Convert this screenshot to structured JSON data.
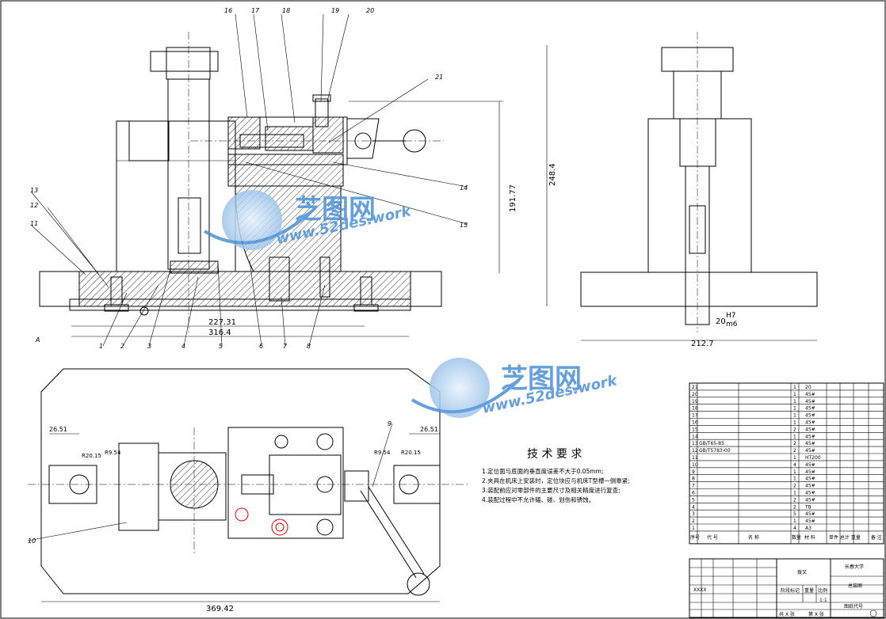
{
  "dimensions": {
    "front_width_inner": "227.31",
    "front_width_outer": "316.4",
    "front_height": "191.77",
    "side_height": "248.4",
    "side_width": "212.7",
    "fit_base": "20",
    "fit_upper": "H7",
    "fit_lower": "m6",
    "top_width": "369.42",
    "top_left_offset": "26.51",
    "top_right_offset": "26.51",
    "radius_left_a": "R20.15",
    "radius_left_b": "R9.54",
    "radius_right_a": "R9.54",
    "radius_right_b": "R20.15"
  },
  "view_label": "A",
  "balloons": {
    "front_top": [
      "16",
      "17",
      "18",
      "19",
      "20"
    ],
    "front_right": [
      "21",
      "14",
      "15"
    ],
    "front_left": [
      "13",
      "12",
      "11"
    ],
    "front_bottom": [
      "1",
      "2",
      "3",
      "4",
      "5",
      "6",
      "7",
      "8"
    ],
    "top_view": [
      "9",
      "10"
    ]
  },
  "watermark": {
    "brand": "芝图网",
    "url": "www.52des.work"
  },
  "tech_requirements": {
    "title": "技 术 要 求",
    "items": [
      "1.定位面与底面的垂直度误差不大于0.05mm;",
      "2.夹具在机床上安装时，定位块应与机床T型槽一侧靠紧;",
      "3.装配前应对零部件的主要尺寸及相关精度进行复查;",
      "4.装配过程中不允许磕、碰、划伤和锈蚀。"
    ]
  },
  "bom": {
    "headers": [
      "序号",
      "代 号",
      "名 称",
      "数量",
      "材 料",
      "单件 总计 重量",
      "备 注"
    ],
    "rows": [
      {
        "no": "21",
        "qty": "1",
        "mat": "20"
      },
      {
        "no": "20",
        "qty": "1",
        "mat": "45#"
      },
      {
        "no": "19",
        "qty": "1",
        "mat": "45#"
      },
      {
        "no": "18",
        "qty": "1",
        "mat": "45#"
      },
      {
        "no": "17",
        "qty": "1",
        "mat": "45#"
      },
      {
        "no": "16",
        "qty": "1",
        "mat": "45#"
      },
      {
        "no": "15",
        "qty": "2",
        "mat": "45#"
      },
      {
        "no": "14",
        "qty": "1",
        "mat": "45#"
      },
      {
        "no": "13",
        "code": "GB/T65-85",
        "qty": "2",
        "mat": "45#"
      },
      {
        "no": "12",
        "code": "GB/T5783-00",
        "qty": "2",
        "mat": "45#"
      },
      {
        "no": "11",
        "qty": "1",
        "mat": "HT200"
      },
      {
        "no": "10",
        "qty": "4",
        "mat": "45#"
      },
      {
        "no": "9",
        "qty": "1",
        "mat": "45#"
      },
      {
        "no": "8",
        "qty": "1",
        "mat": "45#"
      },
      {
        "no": "7",
        "qty": "2",
        "mat": "45#"
      },
      {
        "no": "6",
        "qty": "1",
        "mat": "45#"
      },
      {
        "no": "5",
        "qty": "2",
        "mat": "45#"
      },
      {
        "no": "4",
        "qty": "2",
        "mat": "T8"
      },
      {
        "no": "3",
        "qty": "5",
        "mat": "45#"
      },
      {
        "no": "2",
        "qty": "1",
        "mat": "45#"
      },
      {
        "no": "1",
        "qty": "4",
        "mat": "A3"
      }
    ]
  },
  "title_block": {
    "university": "长春大学",
    "drawing_name": "总装图",
    "scale": "1:1",
    "sheets_total": "共 X 张",
    "sheet_no": "第 X 张",
    "drawing_code_label": "图纸代号",
    "part_label": "拨叉",
    "designer": "XXXX",
    "stage_label": "阶段标记",
    "weight_label": "重量",
    "scale_label": "比例"
  }
}
